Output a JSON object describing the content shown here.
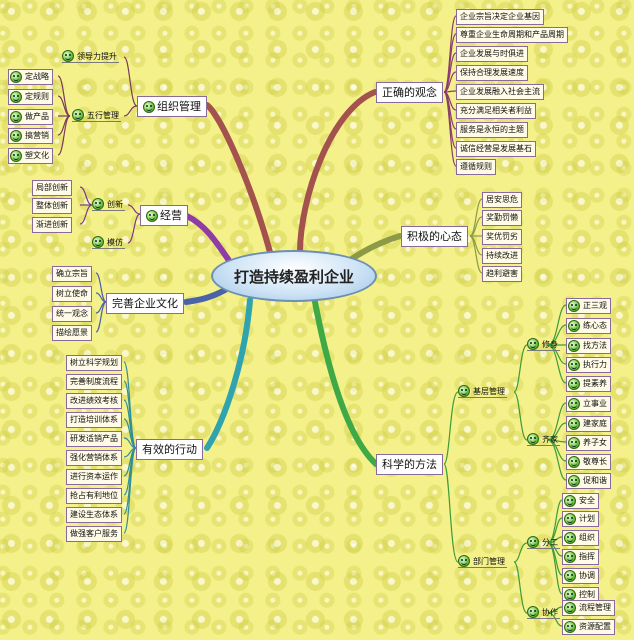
{
  "center": {
    "label": "打造持续盈利企业"
  },
  "org": {
    "label": "组织管理",
    "lingdao": "领导力提升",
    "wuxing": "五行管理",
    "items": [
      "定战略",
      "定规则",
      "做产品",
      "搞营销",
      "塑文化"
    ]
  },
  "jingying": {
    "label": "经营",
    "chuangxin": "创新",
    "mofang": "模仿",
    "items": [
      "局部创新",
      "整体创新",
      "渐进创新"
    ]
  },
  "culture": {
    "label": "完善企业文化",
    "items": [
      "确立宗旨",
      "树立使命",
      "统一观念",
      "描绘愿景"
    ]
  },
  "action": {
    "label": "有效的行动",
    "items": [
      "树立科学规划",
      "完善制度流程",
      "改进绩效考核",
      "打造培训体系",
      "研发适销产品",
      "强化营销体系",
      "进行资本运作",
      "抢占有利地位",
      "建设生态体系",
      "做强客户服务"
    ]
  },
  "concept": {
    "label": "正确的观念",
    "items": [
      "企业宗旨决定企业基因",
      "尊重企业生命周期和产品周期",
      "企业发展与时俱进",
      "保持合理发展速度",
      "企业发展融入社会主流",
      "充分满足相关者利益",
      "服务是永恒的主题",
      "诚信经营是发展基石",
      "遵循规则"
    ]
  },
  "mindset": {
    "label": "积极的心态",
    "items": [
      "居安思危",
      "奖勤罚懒",
      "奖优罚劣",
      "持续改进",
      "趋利避害"
    ]
  },
  "method": {
    "label": "科学的方法",
    "jiceng": "基层管理",
    "xiushen": "修身",
    "xiushen_items": [
      "正三观",
      "练心态",
      "找方法",
      "执行力",
      "提素养"
    ],
    "qijia": "齐家",
    "qijia_items": [
      "立事业",
      "建家庭",
      "养子女",
      "敬尊长",
      "促和谐"
    ],
    "bumen": "部门管理",
    "fengong": "分工",
    "fengong_items": [
      "安全",
      "计划",
      "组织",
      "指挥",
      "协调",
      "控制"
    ],
    "xiezuo": "协作",
    "xiezuo_items": [
      "流程管理",
      "资源配置"
    ]
  }
}
